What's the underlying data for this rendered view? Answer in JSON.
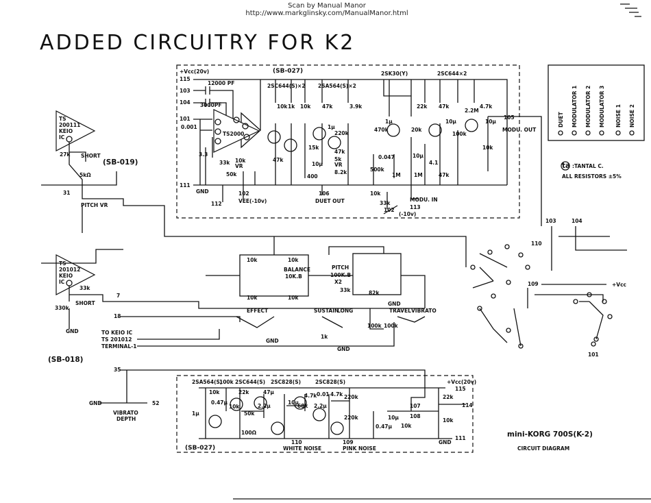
{
  "header": {
    "scan_line": "Scan by Manual Manor",
    "url": "http://www.markglinsky.com/ManualManor.html"
  },
  "title": "ADDED CIRCUITRY FOR K2",
  "boards": {
    "top": "(SB-027)",
    "bottom": "(SB-027)",
    "sb019": "(SB-019)",
    "sb018": "(SB-018)"
  },
  "ics": {
    "ic1": [
      "TS",
      "200111",
      "KEIO",
      "IC"
    ],
    "ic2": [
      "TS",
      "201012",
      "KEIO",
      "IC"
    ],
    "ic_top": "TS2000",
    "to_ic": [
      "TO KEIO IC",
      "TS 201012",
      "TERMINAL-1"
    ]
  },
  "transistors": {
    "t1": "2SC644(S)×2",
    "t2": "2SA564(S)×2",
    "t3": "2SK30(Y)",
    "t4": "2SC644×2",
    "b1": "2SA564(S)",
    "b2": "100k",
    "b3": "2SC644(S)",
    "b4": "2SC828(S)",
    "b5": "2SC828(S)"
  },
  "terminals": {
    "vcc_top": "+Vcc(20v)",
    "vcc_bottom": "+Vcc(20v)",
    "vee": "VEE(-10v)",
    "minus10": "(-10v)",
    "n115": "115",
    "n103": "103",
    "n104": "104",
    "n101": "101",
    "n111": "111",
    "n112": "112",
    "n102": "102",
    "n106": "106",
    "duet_out": "DUET OUT",
    "n113": "113",
    "modu_in": "MODU. IN",
    "n105": "105",
    "modu_out": "MODU. OUT",
    "n31": "31",
    "n7": "7",
    "n18": "18",
    "n35": "35",
    "n52": "52",
    "n110": "110",
    "n103b": "103",
    "n104b": "104",
    "n109": "109",
    "vcc_plus": "+Vcc",
    "n101b": "101",
    "n107": "107",
    "n108": "108",
    "n114": "114",
    "n115b": "115",
    "n111b": "111",
    "white_noise": "WHITE NOISE",
    "pink_noise": "PINK NOISE",
    "gnd": "GND"
  },
  "labels": {
    "short1": "SHORT",
    "short2": "SHORT",
    "pitch_vr": "PITCH VR",
    "balance": "BALANCE",
    "balance_val": "10K.B",
    "pitch": "PITCH",
    "pitch_val": "100K.B",
    "pitch_x2": "X2",
    "effect": "EFFECT",
    "sustain": "SUSTAIN",
    "long": "LONG",
    "travel": "TRAVEL",
    "vibrato": "VIBRATO",
    "vibrato_depth_1": "VIBRATO",
    "vibrato_depth_2": "DEPTH"
  },
  "components": {
    "c12000": "12000 PF",
    "c3000": "3000PF",
    "c001": "0.001",
    "r10k": "10k",
    "r1k": "1k",
    "r47k": "47k",
    "r3_9k": "3.9k",
    "r22k": "22k",
    "r2_2m": "2.2M",
    "r4_7k": "4.7k",
    "r470k": "470k",
    "r20k": "20k",
    "r100k": "100k",
    "r220k": "220k",
    "r15k": "15k",
    "r5k": "5k",
    "vr": "VR",
    "r8_2k": "8.2k",
    "r400": "400",
    "r500k": "500k",
    "c0047": "0.047",
    "r1m": "1M",
    "r33k": "33k",
    "r27k": "27k",
    "r5kn": "5kΩ",
    "r330k": "330k",
    "r50k": "50k",
    "r1k_b": "1k",
    "r82k": "82k",
    "r3_3": "3.3",
    "r4_1": "4.1",
    "c1u": "1μ",
    "c10u": "10μ",
    "c47u": "47μ",
    "c2_2u": "2.2μ",
    "c0_47u": "0.47μ",
    "c001b": "0.01",
    "r68k": "68k",
    "r100": "100Ω",
    "r22kb": "22k",
    "r220kb": "220k",
    "r10kb": "10k"
  },
  "legend": {
    "items": [
      "DUET",
      "MODULATOR 1",
      "MODULATOR 2",
      "MODULATOR 3",
      "NOISE 1",
      "NOISE 2"
    ]
  },
  "notes": {
    "tantal": ":TANTAL C.",
    "resistors": "ALL RESISTORS ±5%",
    "ta_mark": "ta"
  },
  "footer": {
    "model": "mini-KORG 700S(K-2)",
    "subtitle": "CIRCUIT DIAGRAM"
  }
}
